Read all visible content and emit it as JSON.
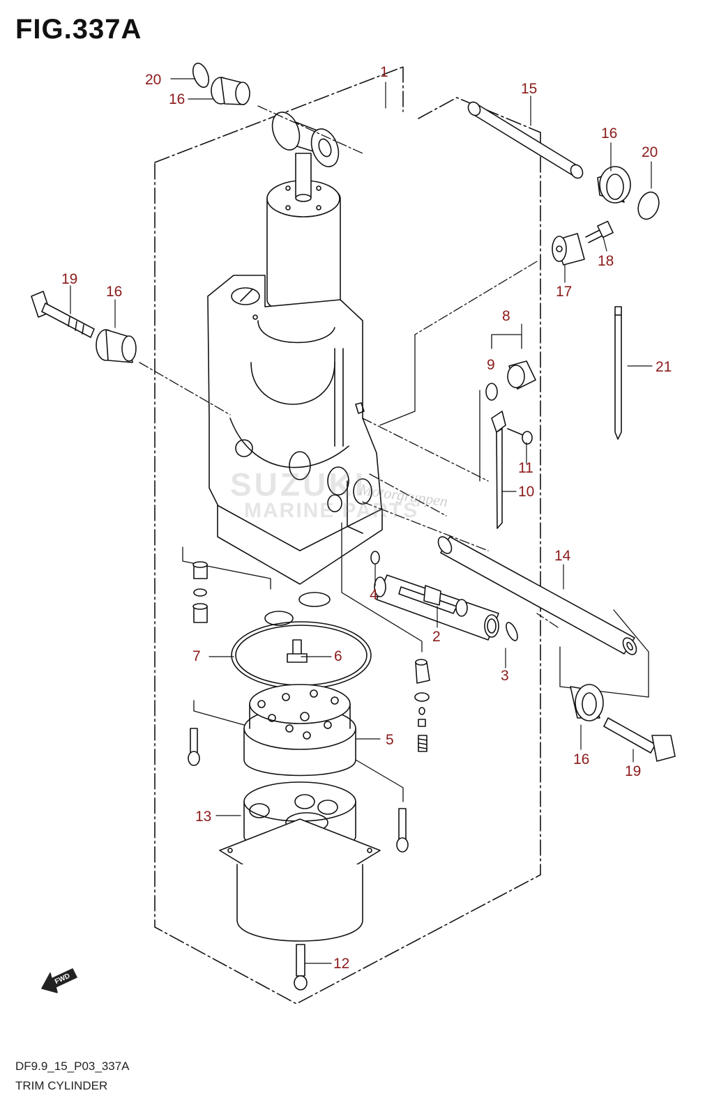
{
  "figure": {
    "title": "FIG.337A",
    "code": "DF9.9_15_P03_337A",
    "name": "TRIM CYLINDER"
  },
  "watermark": {
    "line1": "SUZUKI",
    "line2": "MARINE PARTS",
    "line3": "Motorgruppen"
  },
  "fwd_label": "FWD",
  "callouts": [
    "1",
    "2",
    "3",
    "4",
    "5",
    "6",
    "7",
    "8",
    "9",
    "10",
    "11",
    "12",
    "13",
    "14",
    "15",
    "16",
    "17",
    "18",
    "19",
    "20",
    "21"
  ]
}
